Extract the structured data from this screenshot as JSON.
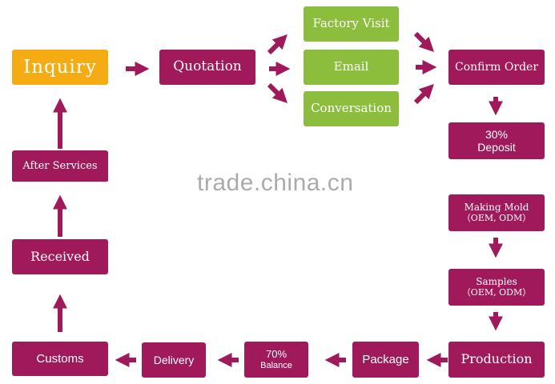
{
  "nodes": {
    "inquiry": "Inquiry",
    "quotation": "Quotation",
    "factory_visit": "Factory Visit",
    "email": "Email",
    "conversation": "Conversation",
    "confirm_order": "Confirm Order",
    "deposit": [
      "30%",
      "Deposit"
    ],
    "making_mold": [
      "Making Mold",
      "（OEM, ODM）"
    ],
    "samples": [
      "Samples",
      "（OEM, ODM）"
    ],
    "production": "Production",
    "package": "Package",
    "balance": [
      "70%",
      "Balance"
    ],
    "delivery": "Delivery",
    "customs": "Customs",
    "received": "Received",
    "after_services": "After Services"
  },
  "watermark": "trade.china.cn",
  "colors": {
    "magenta": "#a0195a",
    "green": "#8cbd3c",
    "orange": "#f5ac12"
  }
}
